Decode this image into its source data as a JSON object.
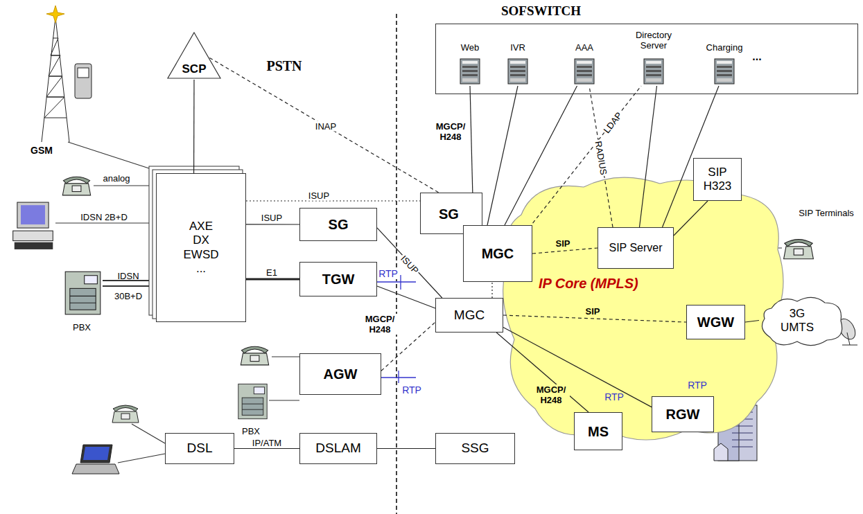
{
  "diagram": {
    "nodes": [
      {
        "text": [
          "SOFSWITCH"
        ]
      },
      {
        "text": [
          "Web"
        ],
        "in": 0
      },
      {
        "text": [
          "IVR"
        ],
        "in": 0
      },
      {
        "text": [
          "AAA"
        ],
        "in": 0
      },
      {
        "text": [
          "Directory Server"
        ],
        "in": 0
      },
      {
        "text": [
          "Charging"
        ],
        "in": 0
      },
      {
        "text": [
          "SCP"
        ]
      },
      {
        "text": [
          "AXE DX EWSD ..."
        ]
      },
      {
        "text": [
          "SG"
        ]
      },
      {
        "text": [
          "TGW"
        ]
      },
      {
        "text": [
          "AGW"
        ]
      },
      {
        "text": [
          "DSL"
        ]
      },
      {
        "text": [
          "DSLAM"
        ]
      },
      {
        "text": [
          "SSG"
        ]
      },
      {
        "text": [
          "SG"
        ]
      },
      {
        "text": [
          "MGC"
        ]
      },
      {
        "text": [
          "MGC"
        ]
      },
      {
        "text": [
          "IP Core (MPLS)"
        ]
      },
      {
        "text": [
          "SIP Server"
        ]
      },
      {
        "text": [
          "SIP H323"
        ]
      },
      {
        "text": [
          "WGW"
        ]
      },
      {
        "text": [
          "3G UMTS"
        ]
      },
      {
        "text": [
          "MS"
        ]
      },
      {
        "text": [
          "RGW"
        ]
      }
    ],
    "edges": [
      {
        "from": 6,
        "to": 14,
        "label": "INAP",
        "arrow": "none"
      },
      {
        "from": 7,
        "to": 14,
        "label": "ISUP",
        "arrow": "none"
      },
      {
        "from": 7,
        "to": 8,
        "label": "ISUP",
        "arrow": "none"
      },
      {
        "from": 7,
        "to": 9,
        "label": "E1",
        "arrow": "none"
      },
      {
        "from": 8,
        "to": 16,
        "label": "ISUP",
        "arrow": "none"
      },
      {
        "from": 9,
        "to": 16,
        "label": "MGCP/ H248",
        "arrow": "none"
      },
      {
        "from": 10,
        "to": 16,
        "arrow": "none"
      },
      {
        "from": 11,
        "to": 12,
        "label": "IP/ATM",
        "arrow": "none"
      },
      {
        "from": 12,
        "to": 13,
        "arrow": "none"
      },
      {
        "from": 6,
        "to": 7,
        "arrow": "none"
      },
      {
        "from": 15,
        "to": 1,
        "label": "MGCP/ H248",
        "arrow": "none"
      },
      {
        "from": 15,
        "to": 2,
        "arrow": "none"
      },
      {
        "from": 15,
        "to": 3,
        "arrow": "none"
      },
      {
        "from": 15,
        "to": 4,
        "label": "LDAP",
        "arrow": "none"
      },
      {
        "from": 18,
        "to": 3,
        "label": "RADIUS",
        "arrow": "none"
      },
      {
        "from": 18,
        "to": 4,
        "arrow": "none"
      },
      {
        "from": 18,
        "to": 5,
        "arrow": "none"
      },
      {
        "from": 15,
        "to": 18,
        "label": "SIP",
        "arrow": "none"
      },
      {
        "from": 18,
        "to": 19,
        "arrow": "none"
      },
      {
        "from": 16,
        "to": 15,
        "arrow": "none"
      },
      {
        "from": 16,
        "to": 20,
        "label": "SIP",
        "arrow": "none"
      },
      {
        "from": 16,
        "to": 22,
        "label": "MGCP/ H248",
        "arrow": "none"
      },
      {
        "from": 16,
        "to": 23,
        "arrow": "none"
      },
      {
        "from": 20,
        "to": 21,
        "arrow": "none"
      }
    ],
    "labels": [
      "PSTN",
      "GSM",
      "analog",
      "IDSN 2B+D",
      "IDSN",
      "30B+D",
      "PBX",
      "RTP",
      "RTP",
      "PBX",
      "...",
      "SIP Terminals",
      "RTP",
      "RTP"
    ]
  }
}
